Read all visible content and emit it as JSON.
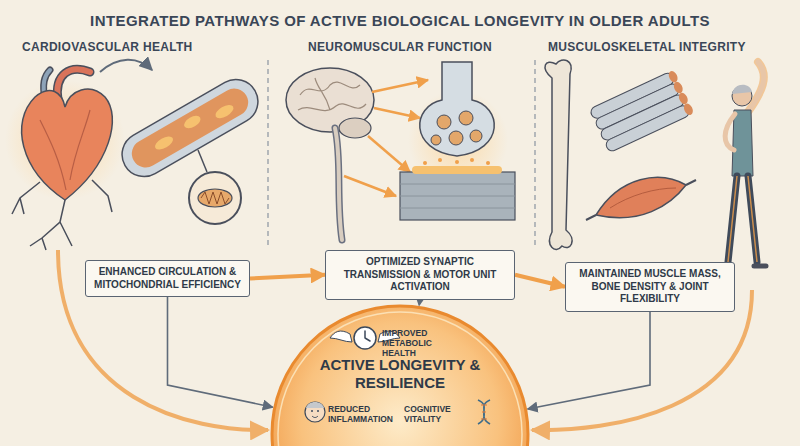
{
  "diagram": {
    "title": "INTEGRATED PATHWAYS OF ACTIVE BIOLOGICAL LONGEVITY IN OLDER ADULTS",
    "nodes": [
      {
        "text": [
          "ENHANCED CIRCULATION & MITOCHONDRIAL EFFICIENCY"
        ]
      },
      {
        "text": [
          "OPTIMIZED SYNAPTIC TRANSMISSION & MOTOR UNIT ACTIVATION"
        ]
      },
      {
        "text": [
          "MAINTAINED MUSCLE MASS, BONE DENSITY & JOINT FLEXIBILITY"
        ]
      },
      {
        "text": [
          "IMPROVED METABOLIC HEALTH",
          "ACTIVE LONGEVITY & RESILIENCE",
          "REDUCED INFLAMMATION",
          "COGNITIVE VITALITY"
        ]
      }
    ],
    "edges": [
      {
        "from": 0,
        "to": 1,
        "arrow": "to"
      },
      {
        "from": 1,
        "to": 2,
        "arrow": "to"
      },
      {
        "from": 0,
        "to": 3,
        "arrow": "to"
      },
      {
        "from": 1,
        "to": 3,
        "arrow": "to"
      },
      {
        "from": 2,
        "to": 3,
        "arrow": "to"
      }
    ],
    "labels": [
      "CARDIOVASCULAR HEALTH",
      "NEUROMUSCULAR FUNCTION",
      "MUSCULOSKELETAL INTEGRITY"
    ]
  }
}
